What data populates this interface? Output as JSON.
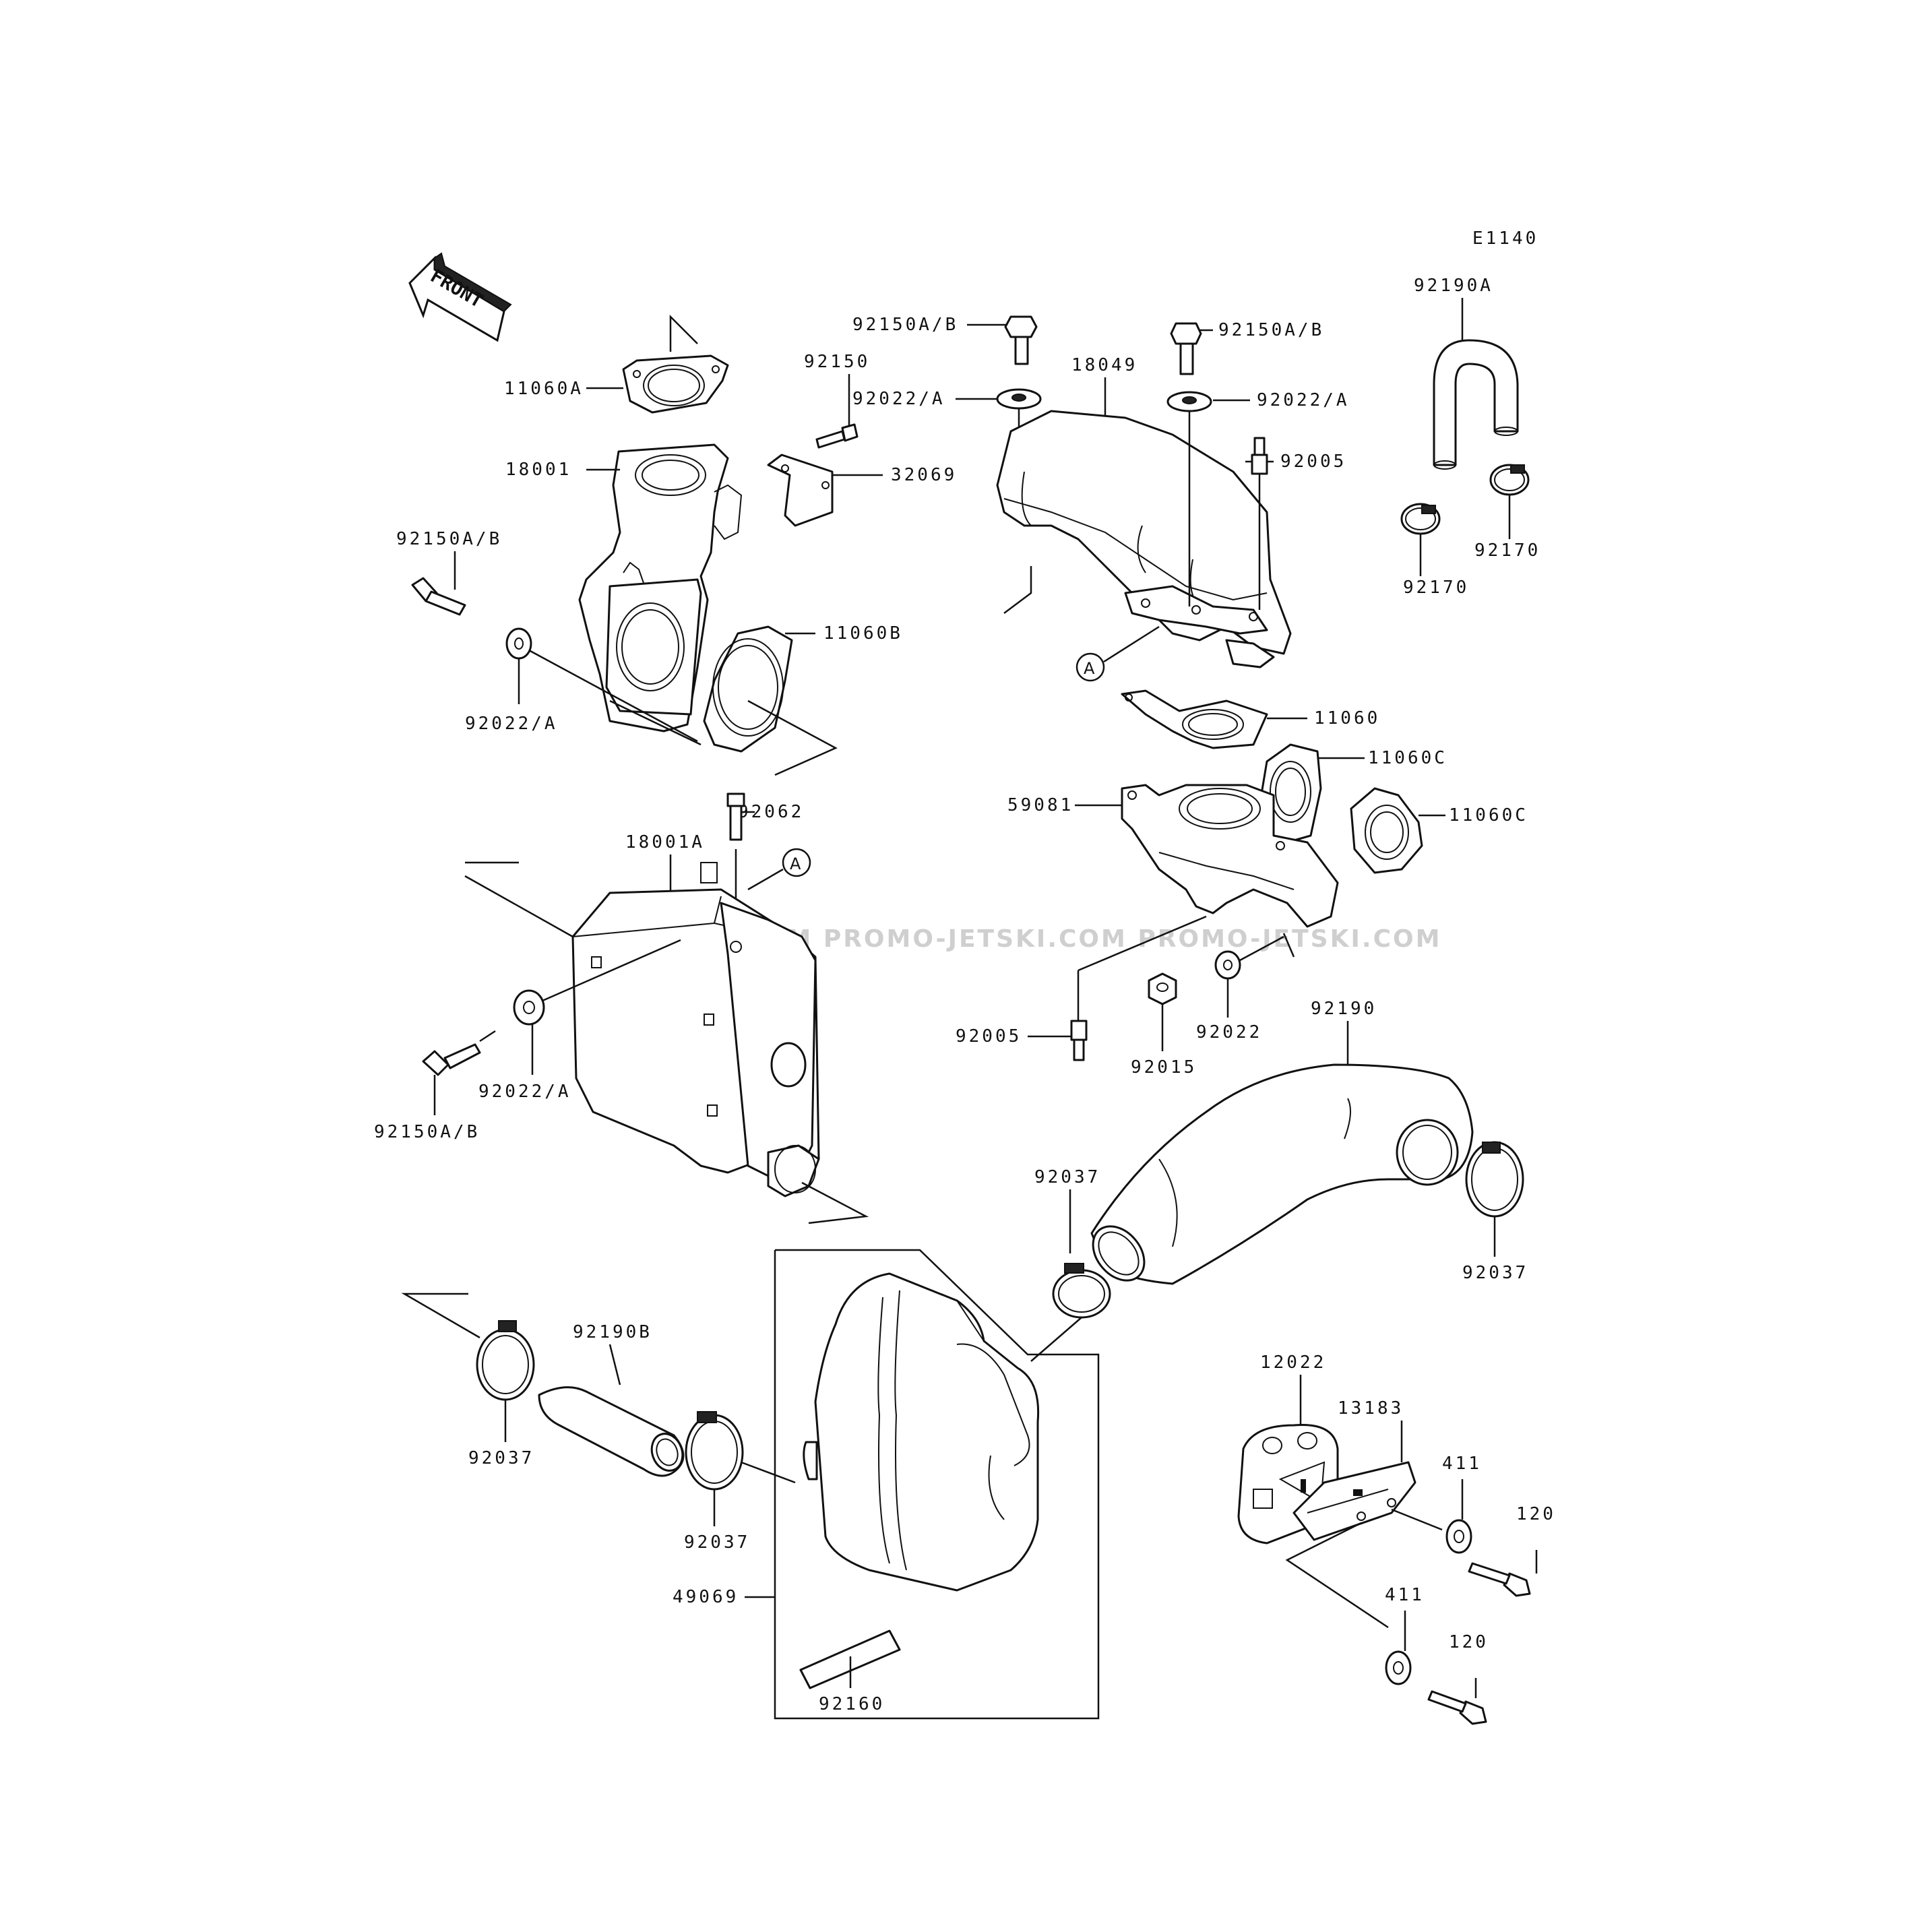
{
  "diagram_code": "E1140",
  "front_marker": "FRONT",
  "callout_a": "A",
  "watermark": "JETSKI.COM  PROMO-JETSKI.COM  PROMO-JETSKI.COM",
  "labels": {
    "p11060A": "11060A",
    "p18001": "18001",
    "p92150AB_left": "92150A/B",
    "p92022A_left": "92022/A",
    "p92150": "92150",
    "p32069": "32069",
    "p11060B": "11060B",
    "p92150AB_top1": "92150A/B",
    "p92022A_top1": "92022/A",
    "p18049": "18049",
    "p92150AB_top2": "92150A/B",
    "p92022A_top2": "92022/A",
    "p92005_top": "92005",
    "p92190A": "92190A",
    "p92170_a": "92170",
    "p92170_b": "92170",
    "p11060": "11060",
    "p11060C_a": "11060C",
    "p11060C_b": "11060C",
    "p59081": "59081",
    "p92062": "92062",
    "p18001A": "18001A",
    "p92022A_mid": "92022/A",
    "p92150AB_mid": "92150A/B",
    "p92005_mid": "92005",
    "p92015": "92015",
    "p92022": "92022",
    "p92190": "92190",
    "p92037_a": "92037",
    "p92037_b": "92037",
    "p92037_c": "92037",
    "p92037_d": "92037",
    "p92190B": "92190B",
    "p49069": "49069",
    "p92160": "92160",
    "p12022": "12022",
    "p13183": "13183",
    "p411_a": "411",
    "p411_b": "411",
    "p120_a": "120",
    "p120_b": "120"
  }
}
